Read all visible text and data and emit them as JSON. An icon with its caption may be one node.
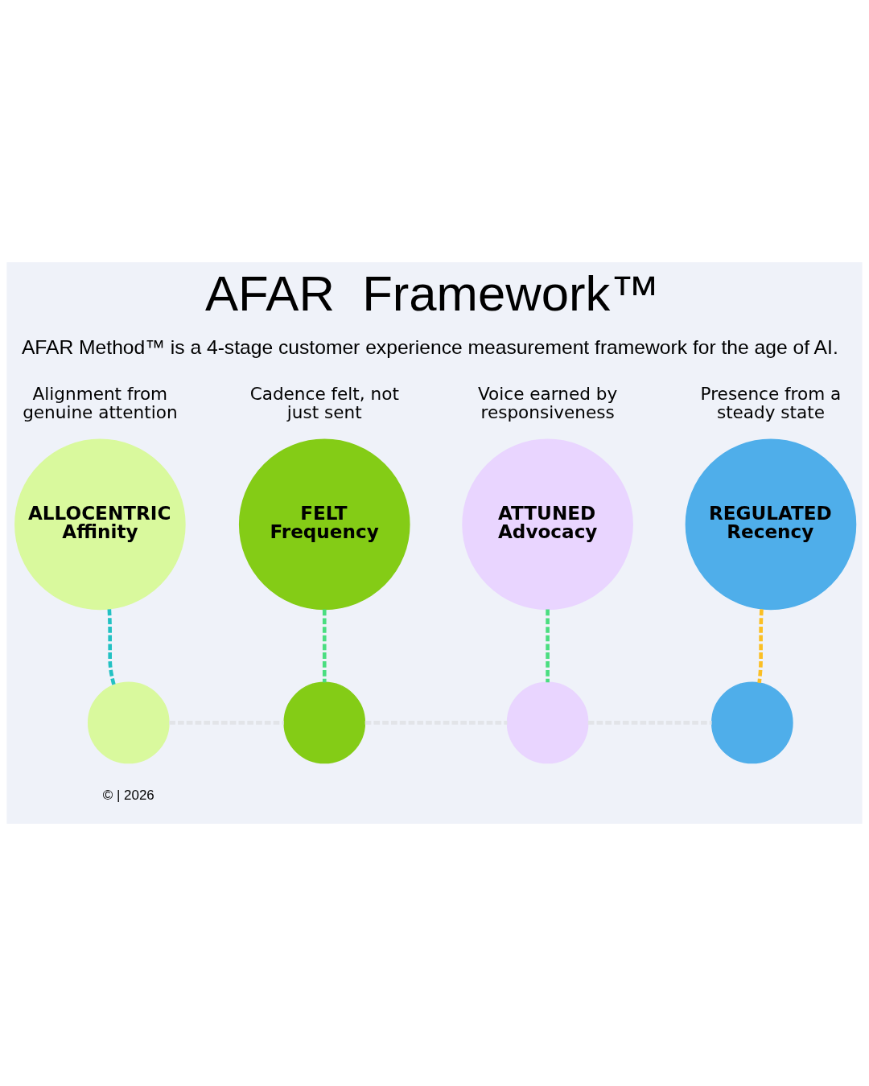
{
  "diagram": {
    "title": "AFAR  Framework™",
    "caption": "AFAR Method™ is a 4-stage customer experience measurement framework for the age of AI.",
    "nodes": [
      {
        "text": [
          "ALLOCENTRIC Affinity"
        ],
        "beside": [
          "Alignment from genuine attention"
        ]
      },
      {
        "text": [
          "FELT Frequency"
        ],
        "beside": [
          "Cadence felt, not just sent"
        ]
      },
      {
        "text": [
          "ATTUNED Advocacy"
        ],
        "beside": [
          "Voice earned by responsiveness"
        ]
      },
      {
        "text": [
          "REGULATED Recency"
        ],
        "beside": [
          "Presence from a steady state"
        ]
      },
      {
        "text": [],
        "shape": "circle"
      },
      {
        "text": [],
        "shape": "circle"
      },
      {
        "text": [],
        "shape": "circle"
      },
      {
        "text": [],
        "shape": "circle"
      }
    ],
    "edges": [
      {
        "from": 0,
        "to": 4,
        "arrow": "none",
        "style": "dashed",
        "color": "#22c1c3"
      },
      {
        "from": 1,
        "to": 5,
        "arrow": "none",
        "style": "dashed",
        "color": "#4ade80"
      },
      {
        "from": 2,
        "to": 6,
        "arrow": "none",
        "style": "dashed",
        "color": "#4ade80"
      },
      {
        "from": 3,
        "to": 7,
        "arrow": "none",
        "style": "dashed",
        "color": "#fbbf24"
      },
      {
        "from": 4,
        "to": 5,
        "arrow": "none",
        "style": "dashed"
      },
      {
        "from": 5,
        "to": 6,
        "arrow": "none",
        "style": "dashed"
      },
      {
        "from": 6,
        "to": 7,
        "arrow": "none",
        "style": "dashed"
      }
    ],
    "labels": [
      "© | 2026"
    ]
  }
}
